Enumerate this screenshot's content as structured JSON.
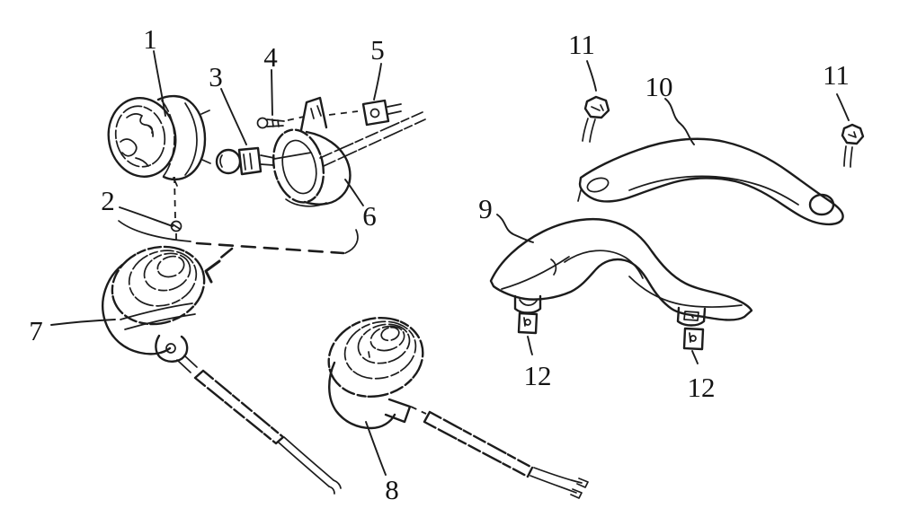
{
  "figure": {
    "kind": "exploded-parts-line-diagram",
    "background_color": "#ffffff",
    "ink_color": "#1c1c1c",
    "callouts": [
      {
        "id": "1",
        "label": "1"
      },
      {
        "id": "2",
        "label": "2"
      },
      {
        "id": "3",
        "label": "3"
      },
      {
        "id": "4",
        "label": "4"
      },
      {
        "id": "5",
        "label": "5"
      },
      {
        "id": "6",
        "label": "6"
      },
      {
        "id": "7",
        "label": "7"
      },
      {
        "id": "8",
        "label": "8"
      },
      {
        "id": "9",
        "label": "9"
      },
      {
        "id": "10",
        "label": "10"
      },
      {
        "id": "11-left",
        "label": "11"
      },
      {
        "id": "11-right",
        "label": "11"
      },
      {
        "id": "12-left",
        "label": "12"
      },
      {
        "id": "12-right",
        "label": "12"
      }
    ]
  }
}
